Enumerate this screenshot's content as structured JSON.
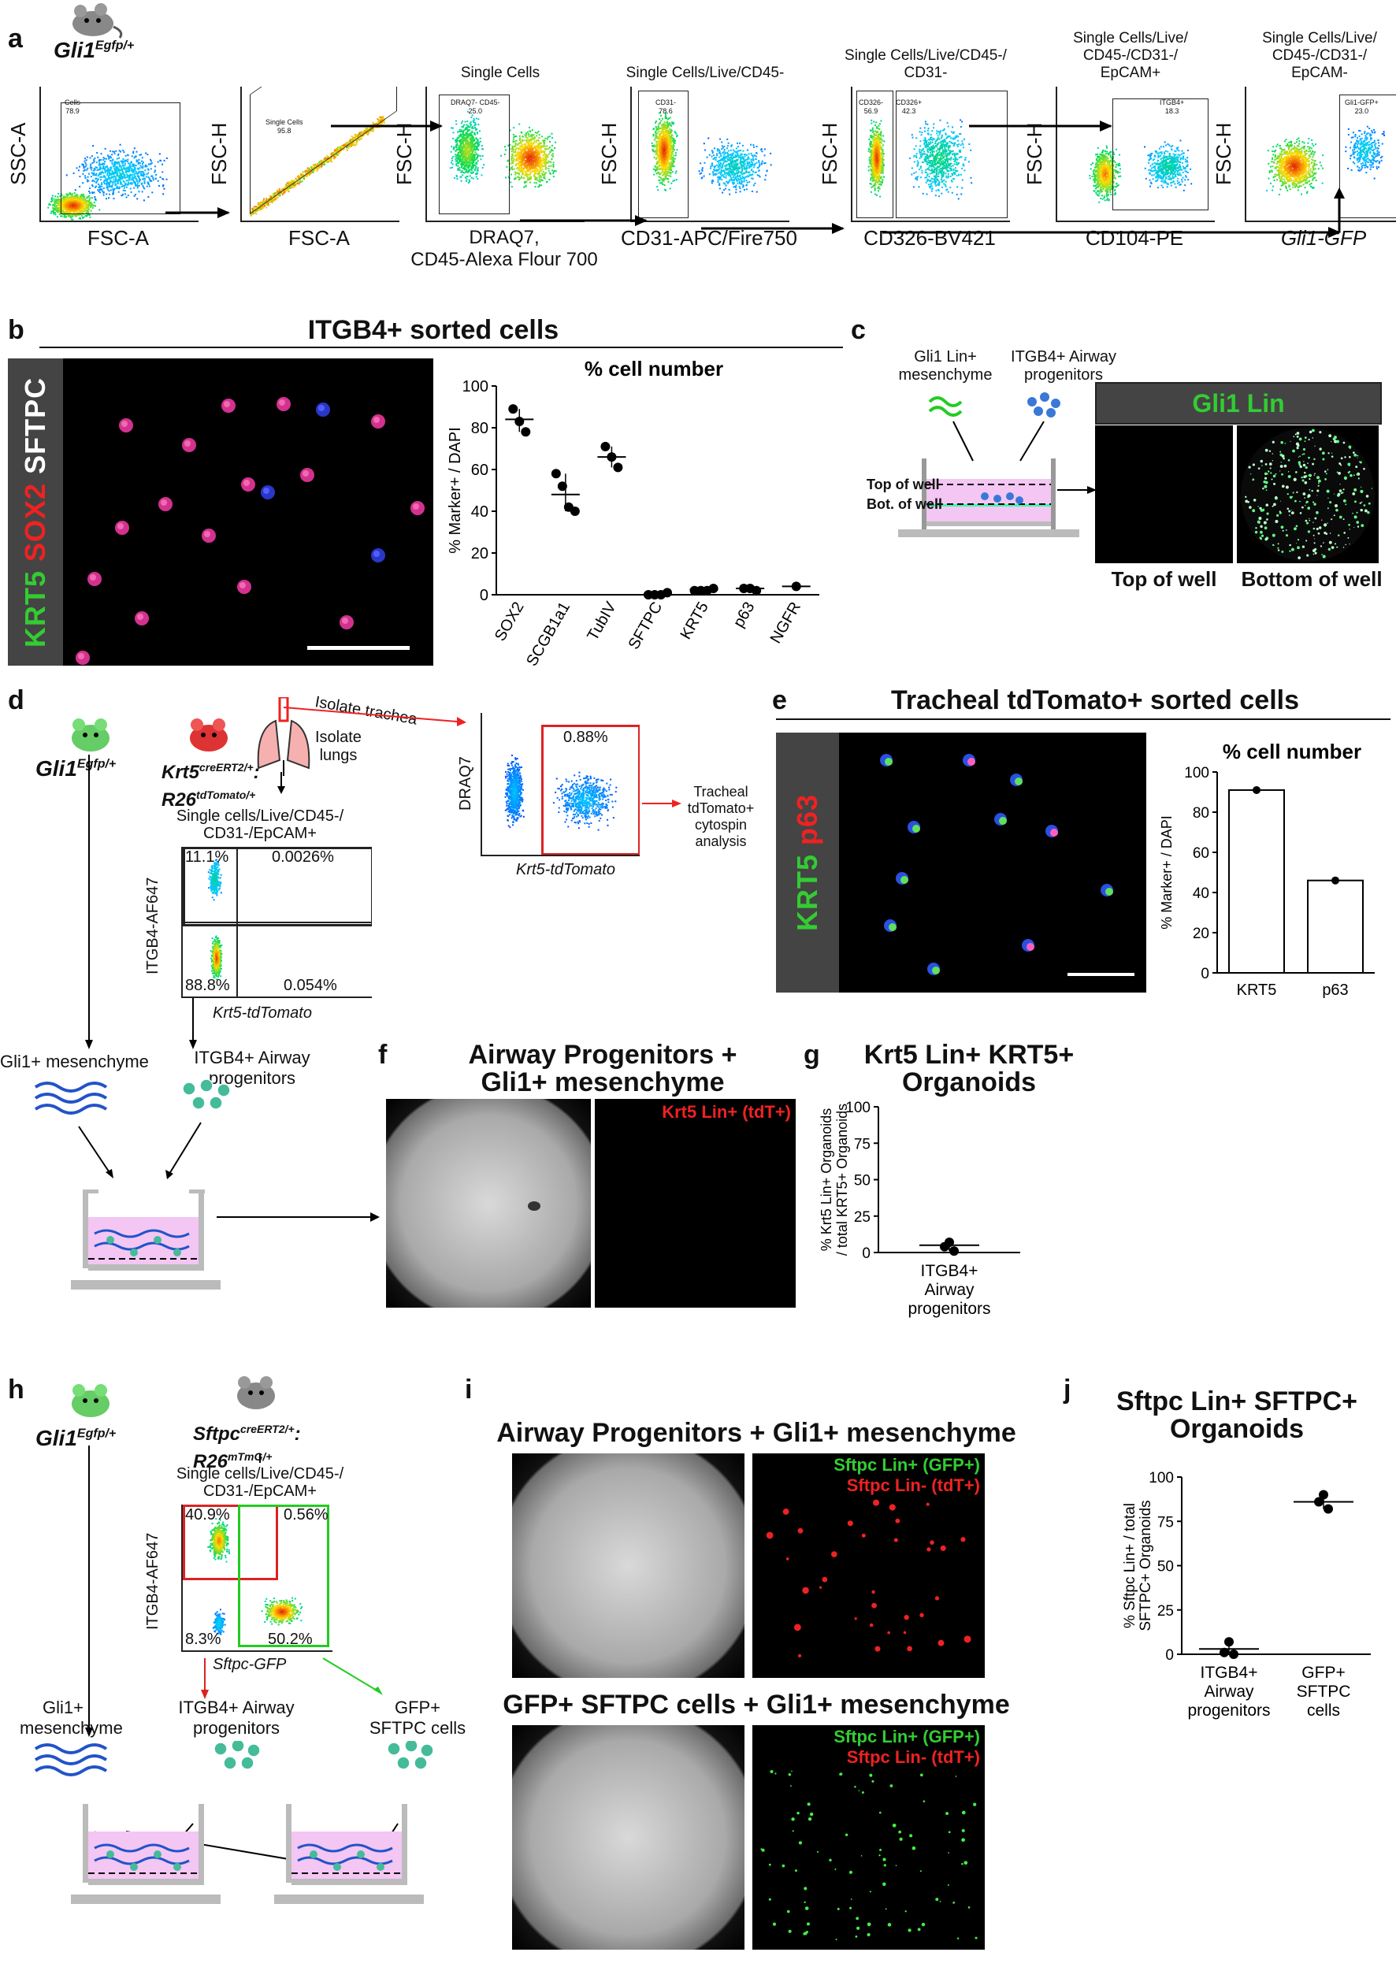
{
  "panel_a": {
    "letter": "a",
    "mouse_label": "Gli1",
    "mouse_sup": "Egfp/+",
    "plots": [
      {
        "title": "",
        "xlabel": "FSC-A",
        "ylabel": "SSC-A",
        "gate": "Cells",
        "gate_value": "78.9"
      },
      {
        "title": "",
        "xlabel": "FSC-A",
        "ylabel": "FSC-H",
        "gate": "Single Cells",
        "gate_value": "95.8"
      },
      {
        "title": "Single Cells",
        "xlabel": "DRAQ7,\nCD45-Alexa Flour 700",
        "ylabel": "FSC-H",
        "gate": "DRAQ7- CD45-",
        "gate_value": "25.0"
      },
      {
        "title": "Single Cells/Live/CD45-",
        "xlabel": "CD31-APC/Fire750",
        "ylabel": "FSC-H",
        "gate": "CD31-",
        "gate_value": "78.6"
      },
      {
        "title": "Single Cells/Live/CD45-/\nCD31-",
        "xlabel": "CD326-BV421",
        "ylabel": "FSC-H",
        "gate": "CD326+",
        "gate_value": "42.3",
        "gate2": "CD326-",
        "gate2_value": "56.9"
      },
      {
        "title": "Single Cells/Live/\nCD45-/CD31-/\nEpCAM+",
        "xlabel": "CD104-PE",
        "ylabel": "FSC-H",
        "gate": "ITGB4+",
        "gate_value": "18.3"
      },
      {
        "title": "Single Cells/Live/\nCD45-/CD31-/\nEpCAM-",
        "xlabel": "Gli1-GFP",
        "ylabel": "FSC-H",
        "gate": "Gli1-GFP+",
        "gate_value": "23.0"
      }
    ]
  },
  "panel_b": {
    "letter": "b",
    "title": "ITGB4+ sorted cells",
    "stain_green": "KRT5",
    "stain_red": "SOX2",
    "stain_white": "SFTPC",
    "chart_title": "% cell number",
    "ylabel": "% Marker+ / DAPI"
  },
  "chart_data": [
    {
      "type": "scatter",
      "title": "% cell number",
      "ylabel": "% Marker+ / DAPI",
      "ylim": [
        0,
        100
      ],
      "yticks": [
        0,
        20,
        40,
        60,
        80,
        100
      ],
      "categories": [
        "SOX2",
        "SCGB1a1",
        "TubIV",
        "SFTPC",
        "KRT5",
        "p63",
        "NGFR"
      ],
      "points": [
        [
          89,
          83,
          78
        ],
        [
          58,
          52,
          42,
          40
        ],
        [
          71,
          66,
          61
        ],
        [
          0,
          0,
          0,
          1
        ],
        [
          2,
          2,
          2,
          3
        ],
        [
          3,
          3,
          2
        ],
        [
          4
        ]
      ],
      "means": [
        84,
        48,
        66,
        0.5,
        2.5,
        3,
        4
      ]
    },
    {
      "type": "bar",
      "title": "% cell number",
      "ylabel": "% Marker+ / DAPI",
      "ylim": [
        0,
        100
      ],
      "yticks": [
        0,
        20,
        40,
        60,
        80,
        100
      ],
      "categories": [
        "KRT5",
        "p63"
      ],
      "values": [
        91,
        46
      ]
    },
    {
      "type": "scatter",
      "title": "Krt5 Lin+ KRT5+ Organoids",
      "ylabel": "% Krt5 Lin+ Organoids / total KRT5+ Organoids",
      "ylim": [
        0,
        100
      ],
      "yticks": [
        0,
        25,
        50,
        75,
        100
      ],
      "categories": [
        "ITGB4+ Airway progenitors"
      ],
      "points": [
        [
          7,
          4,
          1
        ]
      ],
      "means": [
        5
      ]
    },
    {
      "type": "scatter",
      "title": "Sftpc Lin+ SFTPC+ Organoids",
      "ylabel": "% Sftpc Lin+ / total SFTPC+ Organoids",
      "ylim": [
        0,
        100
      ],
      "yticks": [
        0,
        25,
        50,
        75,
        100
      ],
      "categories": [
        "ITGB4+ Airway progenitors",
        "GFP+ SFTPC cells"
      ],
      "points": [
        [
          7,
          1,
          0
        ],
        [
          90,
          86,
          82
        ]
      ],
      "means": [
        3,
        86
      ]
    }
  ],
  "panel_c": {
    "letter": "c",
    "label_left": "Gli1 Lin+\nmesenchyme",
    "label_right": "ITGB4+ Airway\nprogenitors",
    "top_of_well": "Top of well",
    "bot_of_well": "Bot. of well",
    "header": "Gli1 Lin",
    "caption_left": "Top of well",
    "caption_right": "Bottom of well"
  },
  "panel_d": {
    "letter": "d",
    "mouse1": "Gli1",
    "mouse1_sup": "Egfp/+",
    "mouse2_line1": "Krt5",
    "mouse2_sup1": "creERT2/+",
    "mouse2_line2": "R26",
    "mouse2_sup2": "tdTomato/+",
    "isolate_trachea": "Isolate trachea",
    "isolate_lungs": "Isolate\nlungs",
    "gate_title": "Single cells/Live/CD45-/\nCD31-/EpCAM+",
    "q_tl": "11.1%",
    "q_tr": "0.0026%",
    "q_bl": "88.8%",
    "q_br": "0.054%",
    "flow_ylabel": "ITGB4-AF647",
    "flow_xlabel": "Krt5-tdTomato",
    "trachea_ylabel": "DRAQ7",
    "trachea_xlabel": "Krt5-tdTomato",
    "trachea_gate": "0.88%",
    "trachea_note": "Tracheal\ntdTomato+\ncytospin\nanalysis",
    "mesenchyme": "Gli1+ mesenchyme",
    "progenitors": "ITGB4+ Airway\nprogenitors"
  },
  "panel_e": {
    "letter": "e",
    "title": "Tracheal tdTomato+ sorted cells",
    "stain_green": "KRT5",
    "stain_red": "p63",
    "chart_title": "% cell number",
    "ylabel": "% Marker+ / DAPI"
  },
  "panel_f": {
    "letter": "f",
    "title_line1": "Airway Progenitors +",
    "title_line2": "Gli1+ mesenchyme",
    "overlay": "Krt5 Lin+ (tdT+)"
  },
  "panel_g": {
    "letter": "g",
    "title_line1": "Krt5 Lin+ KRT5+",
    "title_line2": "Organoids",
    "ylabel_line1": "% Krt5 Lin+ Organoids",
    "ylabel_line2": "/ total KRT5+ Organoids",
    "xlabel": "ITGB4+\nAirway\nprogenitors"
  },
  "panel_h": {
    "letter": "h",
    "mouse1": "Gli1",
    "mouse1_sup": "Egfp/+",
    "mouse2_line1": "Sftpc",
    "mouse2_sup1": "creERT2/+",
    "mouse2_line2": "R26",
    "mouse2_sup2": "mTmG/+",
    "gate_title": "Single cells/Live/CD45-/\nCD31-/EpCAM+",
    "q_tl": "40.9%",
    "q_tr": "0.56%",
    "q_bl": "8.3%",
    "q_br": "50.2%",
    "flow_ylabel": "ITGB4-AF647",
    "flow_xlabel": "Sftpc-GFP",
    "mesenchyme": "Gli1+\nmesenchyme",
    "progenitors": "ITGB4+ Airway\nprogenitors",
    "sftpc_cells": "GFP+\nSFTPC cells"
  },
  "panel_i": {
    "letter": "i",
    "title1": "Airway Progenitors + Gli1+ mesenchyme",
    "title2": "GFP+ SFTPC cells + Gli1+ mesenchyme",
    "lin_pos": "Sftpc Lin+ (GFP+)",
    "lin_neg": "Sftpc Lin- (tdT+)"
  },
  "panel_j": {
    "letter": "j",
    "title_line1": "Sftpc Lin+ SFTPC+",
    "title_line2": "Organoids",
    "ylabel_line1": "% Sftpc Lin+ / total",
    "ylabel_line2": "SFTPC+ Organoids",
    "x1": "ITGB4+\nAirway\nprogenitors",
    "x2": "GFP+\nSFTPC\ncells"
  }
}
